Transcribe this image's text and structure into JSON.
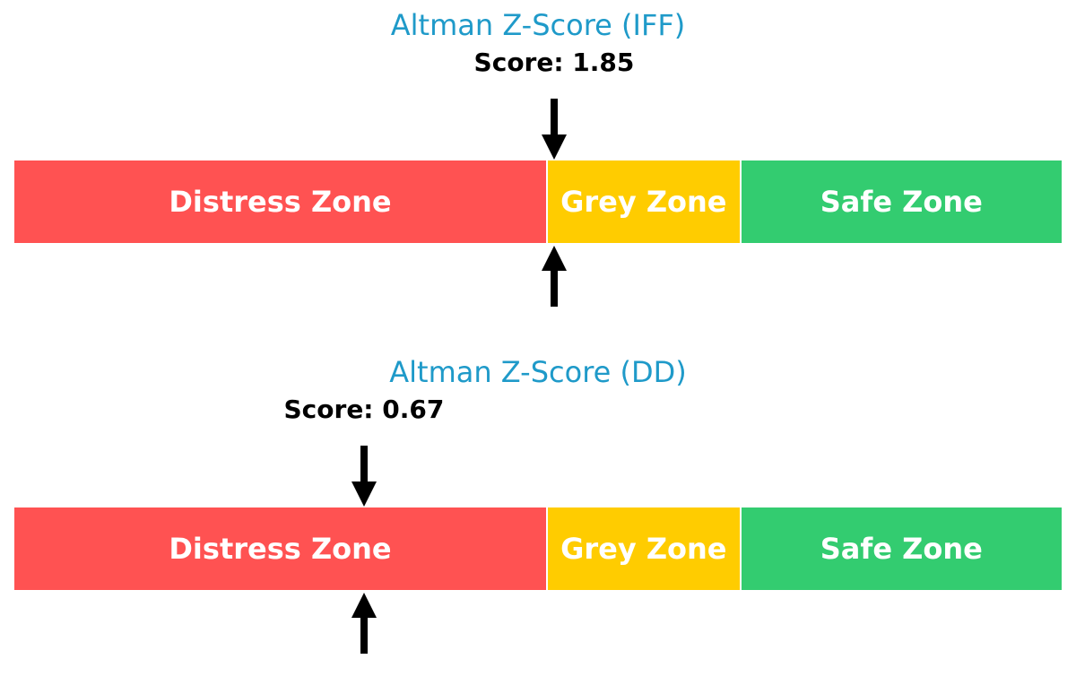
{
  "chart_data": [
    {
      "type": "bar",
      "title": "Altman Z-Score (IFF)",
      "score": 1.85,
      "score_label": "Score: 1.85",
      "axis_range": [
        -1.5,
        5.0
      ],
      "zones": [
        {
          "label": "Distress Zone",
          "from": -1.5,
          "to": 1.8,
          "color": "#ff5252"
        },
        {
          "label": "Grey Zone",
          "from": 1.8,
          "to": 3.0,
          "color": "#ffcc00"
        },
        {
          "label": "Safe Zone",
          "from": 3.0,
          "to": 5.0,
          "color": "#33cc70"
        }
      ]
    },
    {
      "type": "bar",
      "title": "Altman Z-Score (DD)",
      "score": 0.67,
      "score_label": "Score: 0.67",
      "axis_range": [
        -1.5,
        5.0
      ],
      "zones": [
        {
          "label": "Distress Zone",
          "from": -1.5,
          "to": 1.8,
          "color": "#ff5252"
        },
        {
          "label": "Grey Zone",
          "from": 1.8,
          "to": 3.0,
          "color": "#ffcc00"
        },
        {
          "label": "Safe Zone",
          "from": 3.0,
          "to": 5.0,
          "color": "#33cc70"
        }
      ]
    }
  ]
}
